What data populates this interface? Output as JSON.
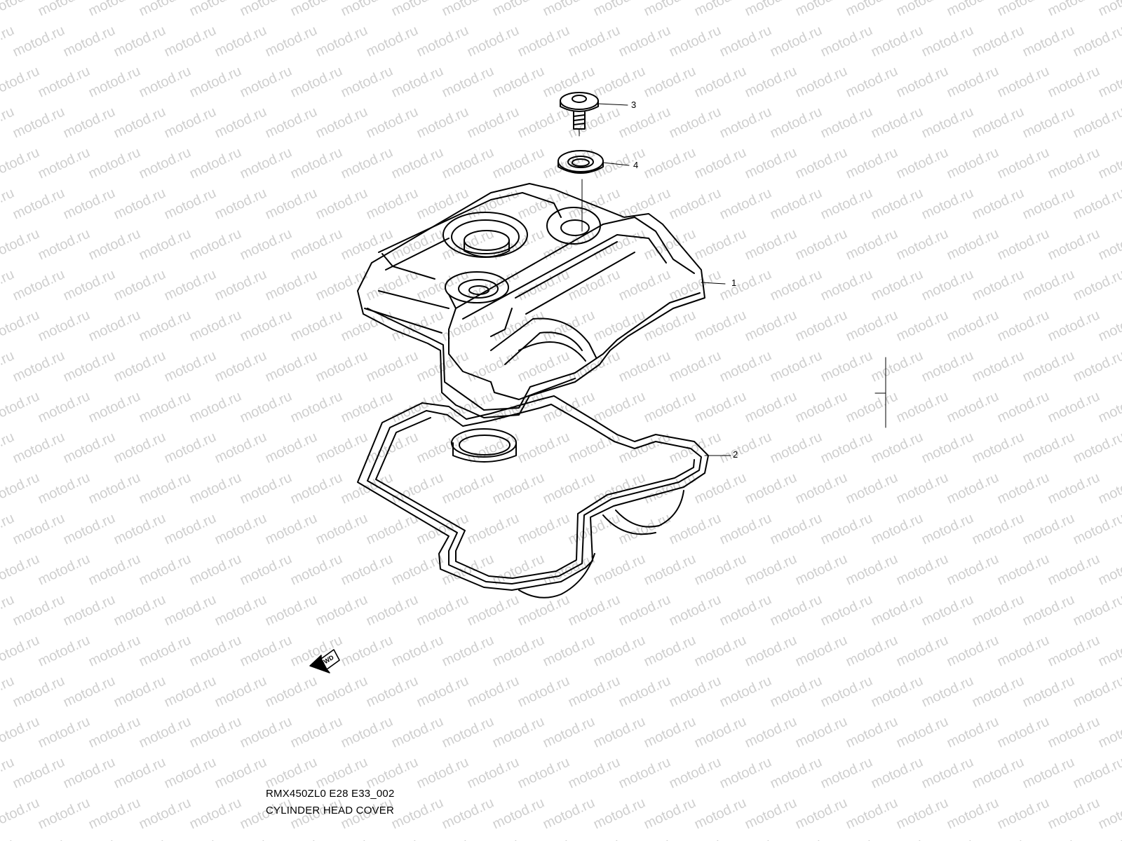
{
  "watermark": "motod.ru",
  "callouts": {
    "c1": "1",
    "c2": "2",
    "c3": "3",
    "c4": "4"
  },
  "fwd_label": "FWD",
  "caption": {
    "model_code": "RMX450ZL0 E28 E33_002",
    "title": "CYLINDER HEAD COVER"
  },
  "colors": {
    "line": "#000000",
    "watermark": "#cfcfcf",
    "background": "#ffffff"
  }
}
